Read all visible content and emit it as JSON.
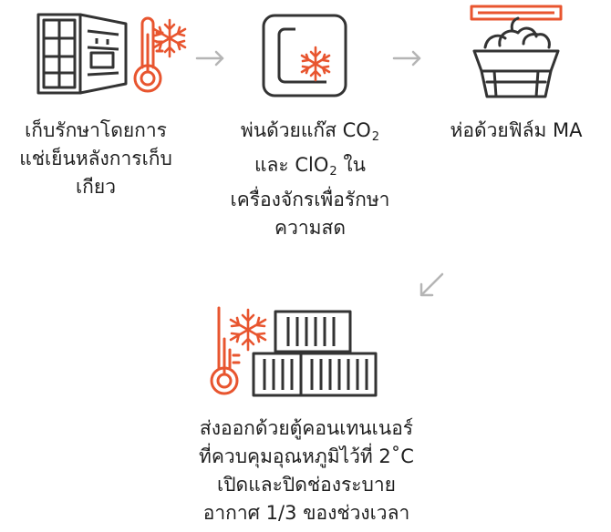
{
  "colors": {
    "accent": "#e8552f",
    "line": "#333333",
    "arrow": "#b5b5b5",
    "text": "#1f1f1f"
  },
  "steps": [
    {
      "icon": "refrigerator-thermometer-snowflake-icon",
      "lines": [
        "เก็บรักษาโดยการ",
        "แช่เย็นหลังการเก็บ",
        "เกียว"
      ]
    },
    {
      "icon": "gas-chamber-snowflake-icon",
      "line1": "พ่นด้วยแก๊ส CO",
      "line1_sub": "2",
      "line2_a": "และ ClO",
      "line2_sub": "2",
      "line2_b": " ใน",
      "line3": "เครื่องจักรเพื่อรักษา",
      "line4": "ความสด"
    },
    {
      "icon": "wrapped-produce-basket-icon",
      "lines": [
        "ห่อด้วยฟิล์ม MA"
      ]
    },
    {
      "icon": "refrigerated-container-thermometer-icon",
      "lines": [
        "ส่งออกด้วยตู้คอนเทนเนอร์",
        "ที่ควบคุมอุณหภูมิไว้ที่  2˚C",
        "เปิดและปิดช่องระบาย",
        "อากาศ 1/3 ของช่วงเวลา"
      ]
    }
  ],
  "arrows": [
    "arrow-right-icon",
    "arrow-right-icon",
    "arrow-down-left-icon"
  ]
}
